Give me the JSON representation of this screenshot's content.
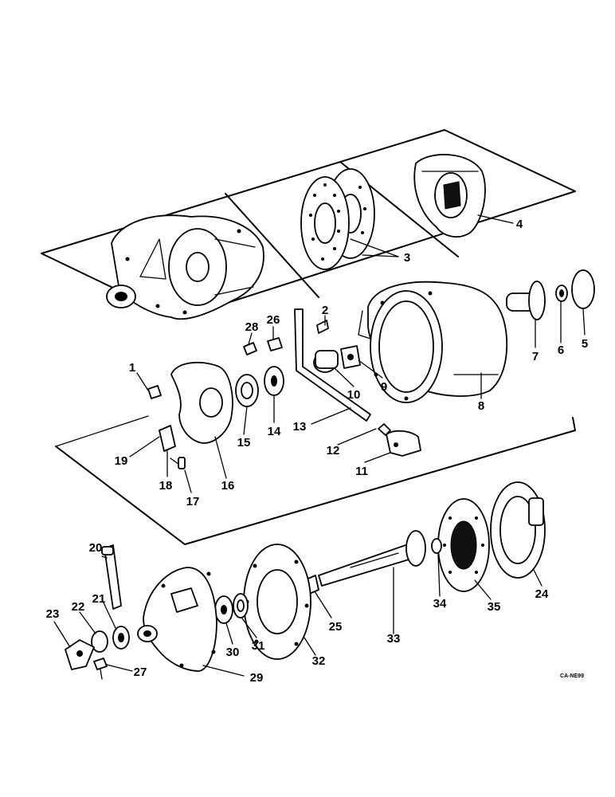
{
  "callouts": [
    "1",
    "2",
    "3",
    "4",
    "5",
    "6",
    "7",
    "8",
    "9",
    "10",
    "11",
    "12",
    "13",
    "14",
    "15",
    "16",
    "17",
    "18",
    "19",
    "20",
    "21",
    "22",
    "23",
    "24",
    "25",
    "26",
    "27",
    "28",
    "29",
    "30",
    "31",
    "32",
    "33",
    "34",
    "35"
  ],
  "drawing_code": "CA-NE99"
}
